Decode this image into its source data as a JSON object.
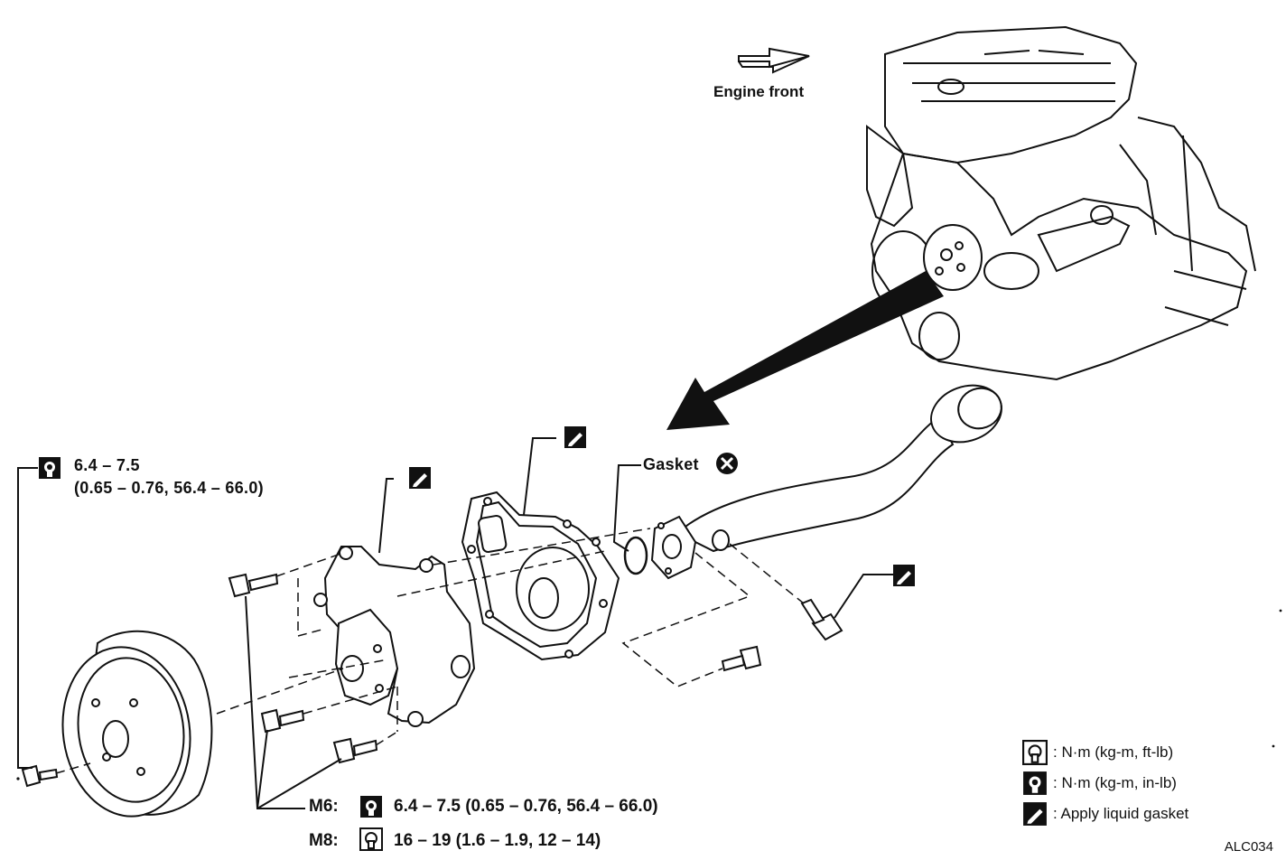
{
  "labels": {
    "engine_front": "Engine front",
    "gasket": "Gasket",
    "pulley_torque_1": "6.4 – 7.5",
    "pulley_torque_2": "(0.65 – 0.76, 56.4 – 66.0)",
    "m6_prefix": "M6:",
    "m6_torque": "6.4 – 7.5 (0.65 – 0.76, 56.4 – 66.0)",
    "m8_prefix": "M8:",
    "m8_torque": "16 – 19 (1.6 – 1.9, 12 – 14)"
  },
  "legend": [
    {
      "icon": "torque-wrench-icon",
      "text": ": N·m (kg-m, ft-lb)"
    },
    {
      "icon": "torque-wrench-filled-icon",
      "text": ": N·m (kg-m, in-lb)"
    },
    {
      "icon": "liquid-gasket-icon",
      "text": ": Apply liquid gasket"
    }
  ],
  "reference_code": "ALC034"
}
